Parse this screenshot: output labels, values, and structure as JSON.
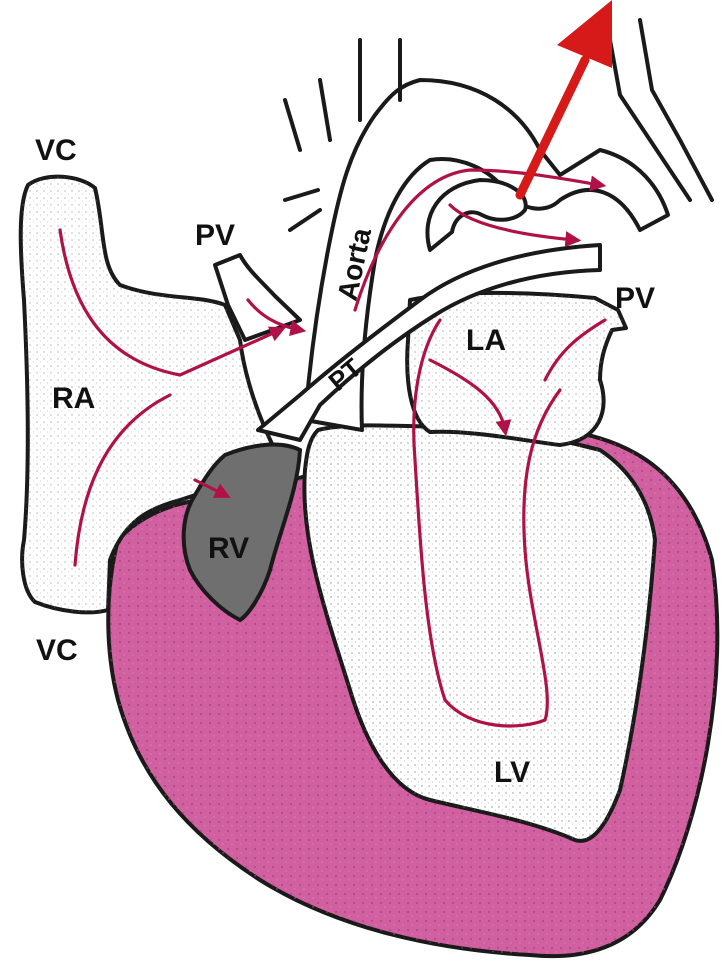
{
  "labels": {
    "vc_top": "VC",
    "vc_bottom": "VC",
    "pv_left": "PV",
    "pv_right": "PV",
    "ra": "RA",
    "rv": "RV",
    "la": "LA",
    "lv": "LV",
    "aorta": "Aorta",
    "pt": "PT"
  },
  "colors": {
    "myocardium": "#d0609f",
    "flow": "#b01248",
    "outflow_arrow": "#d61a1a",
    "right_ventricle": "#6f6f6f",
    "stipple": "#7a7a7a"
  }
}
